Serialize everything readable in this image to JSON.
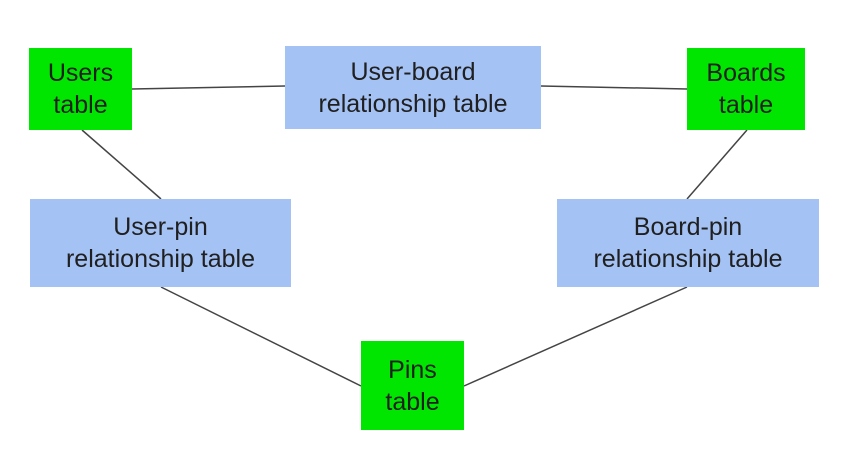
{
  "colors": {
    "entity_fill": "#00e600",
    "relationship_fill": "#a4c2f4",
    "connector": "#444444",
    "text": "#202020"
  },
  "nodes": {
    "users": {
      "line1": "Users",
      "line2": "table"
    },
    "boards": {
      "line1": "Boards",
      "line2": "table"
    },
    "pins": {
      "line1": "Pins",
      "line2": "table"
    },
    "user_board": {
      "line1": "User-board",
      "line2": "relationship table"
    },
    "user_pin": {
      "line1": "User-pin",
      "line2": "relationship table"
    },
    "board_pin": {
      "line1": "Board-pin",
      "line2": "relationship table"
    }
  },
  "edges": [
    {
      "from": "users",
      "to": "user_board"
    },
    {
      "from": "user_board",
      "to": "boards"
    },
    {
      "from": "users",
      "to": "user_pin"
    },
    {
      "from": "boards",
      "to": "board_pin"
    },
    {
      "from": "user_pin",
      "to": "pins"
    },
    {
      "from": "board_pin",
      "to": "pins"
    }
  ]
}
